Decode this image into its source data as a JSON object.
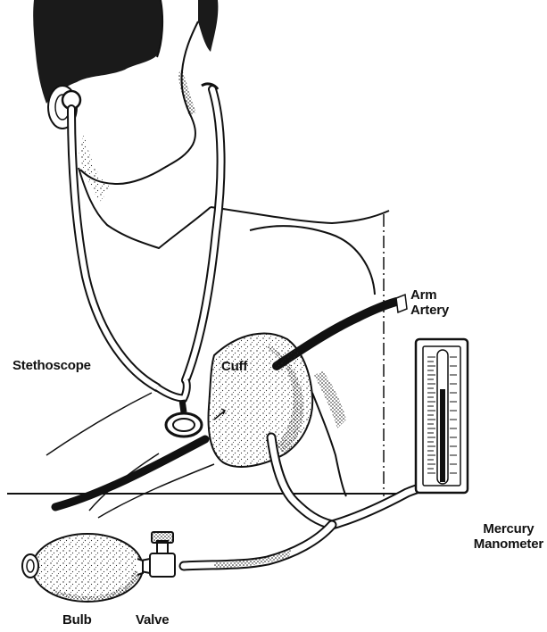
{
  "labels": {
    "arm_line1": "Arm",
    "arm_line2": "Artery",
    "stethoscope": "Stethoscope",
    "cuff": "Cuff",
    "mercury_line1": "Mercury",
    "mercury_line2": "Manometer",
    "bulb": "Bulb",
    "valve": "Valve"
  },
  "colors": {
    "ink": "#111111",
    "background": "#ffffff",
    "mercury": "#111111"
  }
}
